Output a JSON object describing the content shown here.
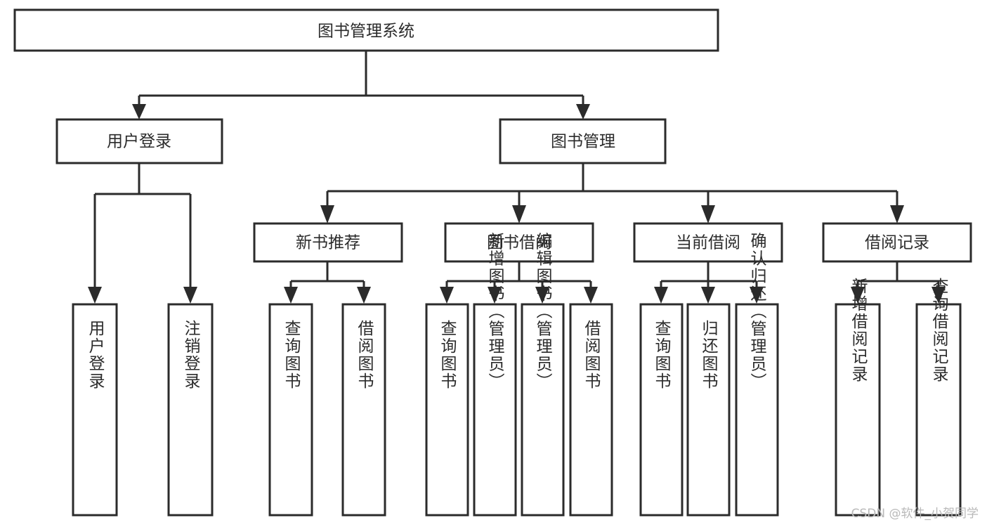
{
  "diagram": {
    "type": "tree-hierarchy-chart",
    "title": "图书管理系统",
    "root": {
      "id": "root",
      "label": "图书管理系统",
      "orientation": "horizontal"
    },
    "level1": [
      {
        "id": "user-login",
        "label": "用户登录",
        "orientation": "horizontal"
      },
      {
        "id": "book-manage",
        "label": "图书管理",
        "orientation": "horizontal"
      }
    ],
    "level2": [
      {
        "id": "new-book-recommend",
        "label": "新书推荐",
        "orientation": "horizontal",
        "parent": "book-manage"
      },
      {
        "id": "book-borrow",
        "label": "图书借阅",
        "orientation": "horizontal",
        "parent": "book-manage"
      },
      {
        "id": "current-borrow",
        "label": "当前借阅",
        "orientation": "horizontal",
        "parent": "book-manage"
      },
      {
        "id": "borrow-record",
        "label": "借阅记录",
        "orientation": "horizontal",
        "parent": "book-manage"
      }
    ],
    "leaves": [
      {
        "id": "leaf-user-login",
        "label": "用户登录",
        "orientation": "vertical",
        "parent": "user-login"
      },
      {
        "id": "leaf-user-logout",
        "label": "注销登录",
        "orientation": "vertical",
        "parent": "user-login"
      },
      {
        "id": "leaf-query-book-1",
        "label": "查询图书",
        "orientation": "vertical",
        "parent": "new-book-recommend"
      },
      {
        "id": "leaf-borrow-book-1",
        "label": "借阅图书",
        "orientation": "vertical",
        "parent": "new-book-recommend"
      },
      {
        "id": "leaf-query-book-2",
        "label": "查询图书",
        "orientation": "vertical",
        "parent": "book-borrow"
      },
      {
        "id": "leaf-add-book",
        "label": "新增图书（管理员）",
        "orientation": "vertical",
        "parent": "book-borrow"
      },
      {
        "id": "leaf-edit-book",
        "label": "编辑图书（管理员）",
        "orientation": "vertical",
        "parent": "book-borrow"
      },
      {
        "id": "leaf-borrow-book-2",
        "label": "借阅图书",
        "orientation": "vertical",
        "parent": "book-borrow"
      },
      {
        "id": "leaf-query-book-3",
        "label": "查询图书",
        "orientation": "vertical",
        "parent": "current-borrow"
      },
      {
        "id": "leaf-return-book",
        "label": "归还图书",
        "orientation": "vertical",
        "parent": "current-borrow"
      },
      {
        "id": "leaf-confirm-return",
        "label": "确认归还（管理员）",
        "orientation": "vertical",
        "parent": "current-borrow"
      },
      {
        "id": "leaf-add-record",
        "label": "新增借阅记录",
        "orientation": "vertical",
        "parent": "borrow-record"
      },
      {
        "id": "leaf-query-record",
        "label": "查询借阅记录",
        "orientation": "vertical",
        "parent": "borrow-record"
      }
    ]
  },
  "watermark": {
    "label": "CSDN @软件_小贺同学"
  },
  "colors": {
    "box_stroke": "#2b2b2b",
    "box_fill": "#ffffff",
    "text": "#2b2b2b",
    "background": "#ffffff",
    "watermark": "#b9b9b9"
  }
}
